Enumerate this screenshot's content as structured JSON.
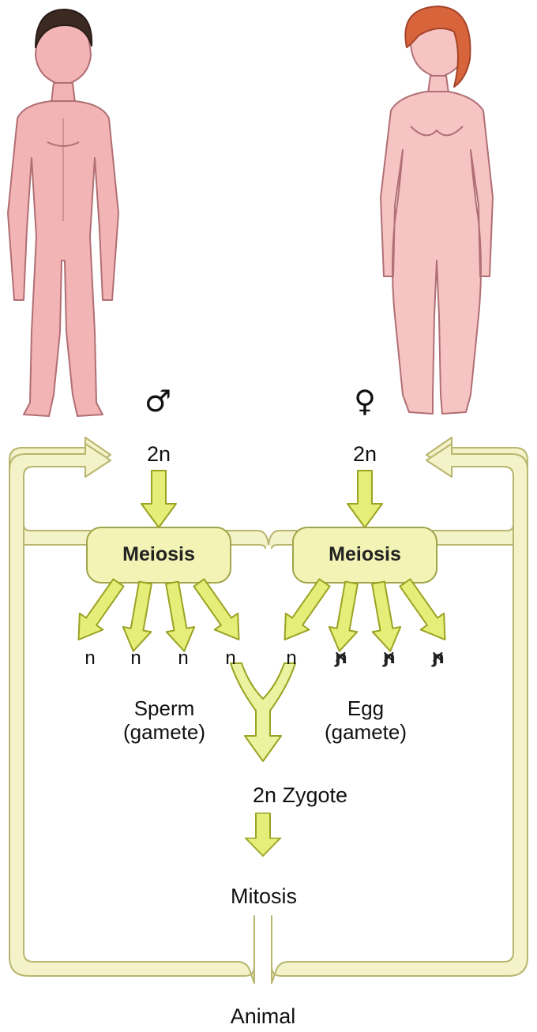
{
  "colors": {
    "arrow_fill": "#e6ee7a",
    "arrow_stroke": "#9aa322",
    "box_fill": "#f2f3b5",
    "box_stroke": "#9fa54a",
    "loop_fill": "#f3f2c8",
    "loop_stroke": "#b8b56e",
    "skin": "#f2b4b4",
    "skin_outline": "#b06f74"
  },
  "male": {
    "symbol": "♂",
    "ploidy": "2n",
    "meiosis": "Meiosis",
    "products": [
      "n",
      "n",
      "n",
      "n"
    ]
  },
  "female": {
    "symbol": "♀",
    "ploidy": "2n",
    "meiosis": "Meiosis",
    "products": [
      "n",
      "ɲ",
      "ɲ",
      "ɲ"
    ]
  },
  "sperm_label": {
    "line1": "Sperm",
    "line2": "(gamete)"
  },
  "egg_label": {
    "line1": "Egg",
    "line2": "(gamete)"
  },
  "zygote": "2n Zygote",
  "mitosis": "Mitosis",
  "caption": "Animal"
}
